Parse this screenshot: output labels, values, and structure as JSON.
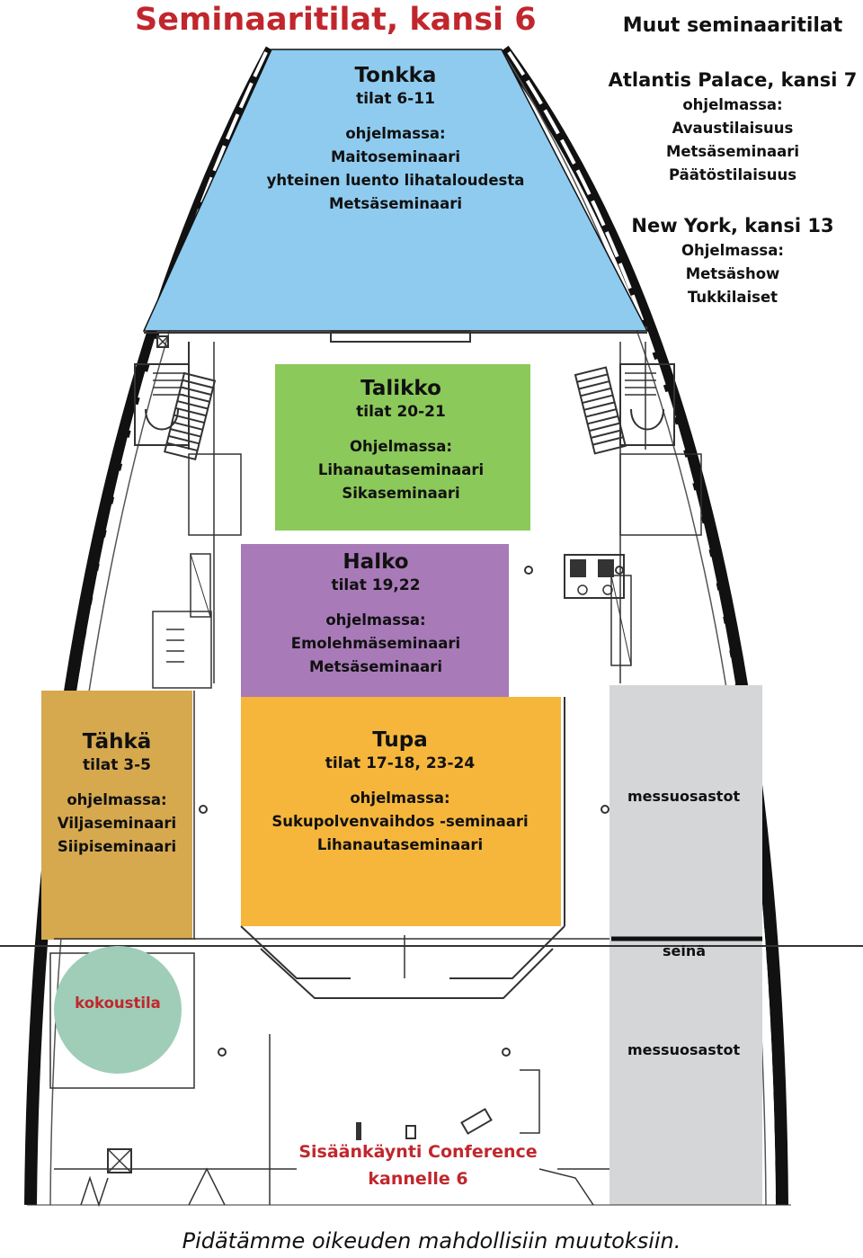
{
  "title": "Seminaaritilat, kansi 6",
  "rooms": [
    {
      "name": "Tonkka",
      "sub": "tilat 6-11",
      "items": [
        "ohjelmassa:",
        "Maitoseminaari",
        "yhteinen luento lihataloudesta",
        "Metsäseminaari"
      ],
      "color": "#8ecbef"
    },
    {
      "name": "Talikko",
      "sub": "tilat 20-21",
      "items": [
        "Ohjelmassa:",
        "Lihanautaseminaari",
        "Sikaseminaari"
      ],
      "color": "#8bc95a"
    },
    {
      "name": "Halko",
      "sub": "tilat 19,22",
      "items": [
        "ohjelmassa:",
        "Emolehmäseminaari",
        "Metsäseminaari"
      ],
      "color": "#a87ab8"
    },
    {
      "name": "Tupa",
      "sub": "tilat 17-18, 23-24",
      "items": [
        "ohjelmassa:",
        "Sukupolvenvaihdos -seminaari",
        "Lihanautaseminaari"
      ],
      "color": "#f6b63c"
    },
    {
      "name": "Tähkä",
      "sub": "tilat 3-5",
      "items": [
        "ohjelmassa:",
        "Viljaseminaari",
        "Siipiseminaari"
      ],
      "color": "#d6a94f"
    }
  ],
  "other": {
    "title": "Muut seminaaritilat",
    "venues": [
      {
        "name": "Atlantis Palace, kansi 7",
        "items": [
          "ohjelmassa:",
          "Avaustilaisuus",
          "Metsäseminaari",
          "Päätöstilaisuus"
        ]
      },
      {
        "name": "New York, kansi 13",
        "items": [
          "Ohjelmassa:",
          "Metsäshow",
          "Tukkilaiset"
        ]
      }
    ]
  },
  "exhibition": {
    "label_top": "messuosastot",
    "wall": "seinä",
    "label_bottom": "messuosastot",
    "color": "#d4d6d8"
  },
  "meeting_room": {
    "label": "kokoustila",
    "color": "#9fcdb8"
  },
  "entrance": {
    "line1": "Sisäänkäynti Conference",
    "line2": "kannelle 6"
  },
  "footnote": "Pidätämme oikeuden mahdollisiin muutoksiin.",
  "colors": {
    "accent_red": "#c0272d",
    "hull": "#111111"
  }
}
